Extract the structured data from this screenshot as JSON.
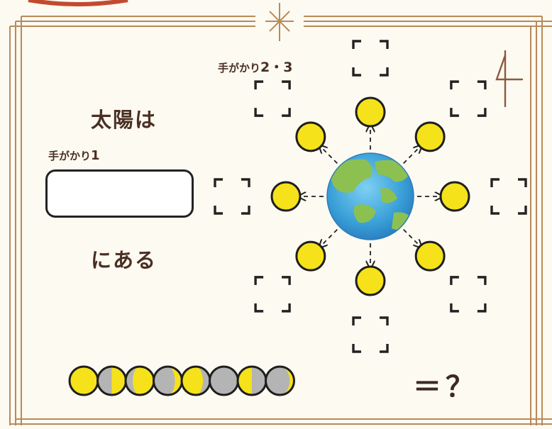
{
  "puzzle": {
    "number": "4",
    "title": "太陽は",
    "suffix": "にある",
    "clue1": {
      "text": "手がかり",
      "num": "1"
    },
    "clue23": {
      "text": "手がかり",
      "num": "2・3"
    },
    "equals_question": "＝？"
  },
  "diagram": {
    "center": "earth-icon",
    "sun_positions": [
      "N",
      "NE",
      "E",
      "SE",
      "S",
      "SW",
      "W",
      "NW"
    ],
    "answer_boxes": 8
  },
  "moon_phases": [
    {
      "name": "full",
      "lit_fraction": 1.0
    },
    {
      "name": "right-half-lit",
      "lit_fraction": 0.5
    },
    {
      "name": "right-gibbous",
      "lit_fraction": 0.75
    },
    {
      "name": "right-crescent",
      "lit_fraction": 0.25
    },
    {
      "name": "left-gibbous",
      "lit_fraction": 0.75
    },
    {
      "name": "new",
      "lit_fraction": 0.0
    },
    {
      "name": "left-half-lit",
      "lit_fraction": 0.5
    },
    {
      "name": "right-thin-crescent",
      "lit_fraction": 0.15
    }
  ],
  "colors": {
    "background": "#fdfaf2",
    "frame": "#b88a5a",
    "sun": "#f5e21a",
    "shadow": "#b4b4b4",
    "outline": "#1e1e1e",
    "text": "#4a2f22"
  }
}
